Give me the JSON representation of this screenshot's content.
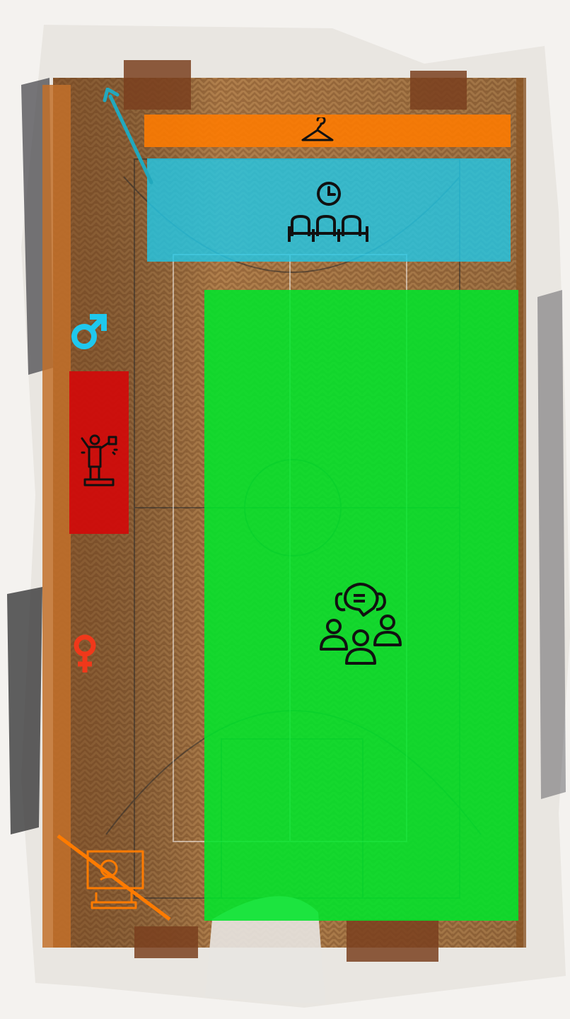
{
  "colors": {
    "coat_zone": "#ff7b00",
    "waiting_zone": "#21c7e6",
    "discussion_zone": "#00e52a",
    "stage_zone": "#d10a0a",
    "male_symbol": "#1fc8ee",
    "female_symbol": "#f0381a",
    "no_video_symbol": "#ff7b00",
    "entrance_arrow": "#22a8bd",
    "floor_wood": "#9a6a3c",
    "wall": "#e9e6e1"
  },
  "zones": [
    {
      "id": "coat-check",
      "icon": "hanger-icon",
      "color": "#ff7b00"
    },
    {
      "id": "waiting-area",
      "icons": [
        "clock-icon",
        "seats-icon"
      ],
      "color": "#21c7e6"
    },
    {
      "id": "discussion-area",
      "icon": "group-discussion-icon",
      "color": "#00e52a"
    },
    {
      "id": "stage",
      "icon": "speaker-podium-icon",
      "color": "#d10a0a"
    }
  ],
  "markers": [
    {
      "id": "mens-restroom",
      "icon": "male-icon"
    },
    {
      "id": "womens-restroom",
      "icon": "female-icon"
    },
    {
      "id": "no-video-call",
      "icon": "no-video-call-icon"
    },
    {
      "id": "entrance",
      "icon": "entrance-arrow-icon"
    }
  ]
}
